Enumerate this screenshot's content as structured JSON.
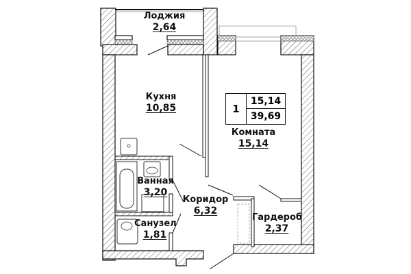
{
  "plan": {
    "rooms": [
      {
        "id": "loggia",
        "name": "Лоджия",
        "area": "2,64"
      },
      {
        "id": "kitchen",
        "name": "Кухня",
        "area": "10,85"
      },
      {
        "id": "room",
        "name": "Комната",
        "area": "15,14"
      },
      {
        "id": "bathroom",
        "name": "Ванная",
        "area": "3,20"
      },
      {
        "id": "corridor",
        "name": "Коридор",
        "area": "6,32"
      },
      {
        "id": "toilet",
        "name": "Санузел",
        "area": "1,81"
      },
      {
        "id": "wardrobe",
        "name": "Гардероб",
        "area": "2,37"
      }
    ],
    "summary": {
      "room_count": "1",
      "living_area": "15,14",
      "total_area": "39,69"
    },
    "colors": {
      "wall": "#111111",
      "hatch": "#555555",
      "background": "#ffffff"
    }
  }
}
